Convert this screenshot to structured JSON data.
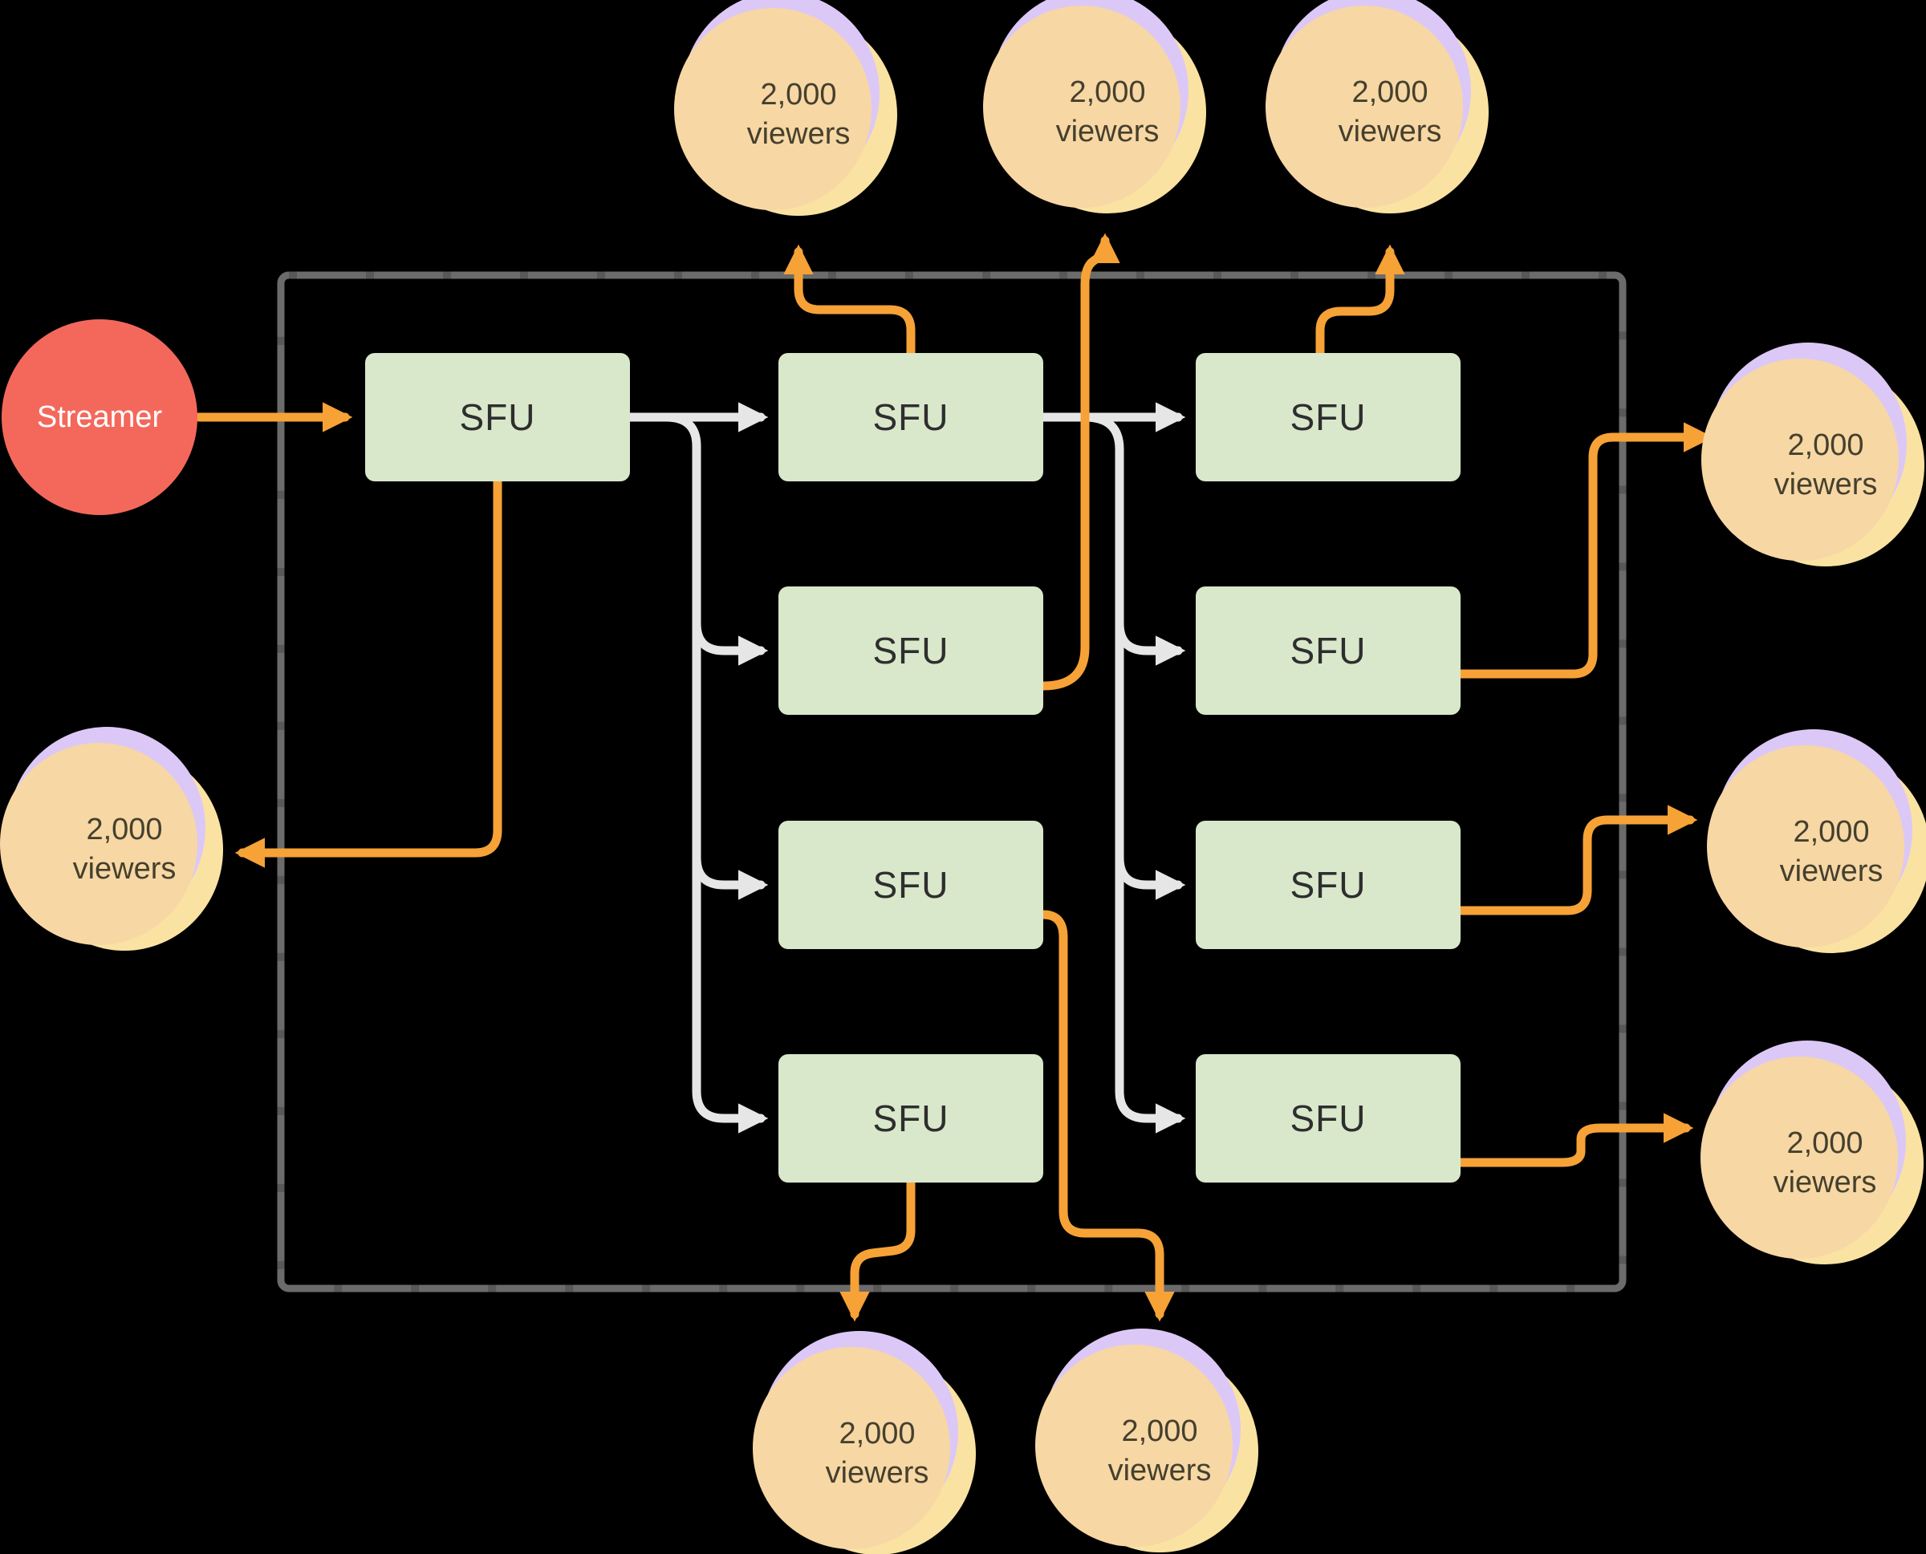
{
  "background": "#000000",
  "colors": {
    "streamer_fill": "#f4685c",
    "streamer_text": "#ffffff",
    "sfu_fill": "#d9e7cb",
    "sfu_text": "#2e2e2e",
    "viewer_yellow": "#fae3a2",
    "viewer_orange": "#f7d7a4",
    "viewer_purple": "#dcc8f6",
    "viewer_text": "#45402e",
    "orange_line": "#f6a237",
    "white_line": "#e6e6e6",
    "cluster_border": "#6b6b6b"
  },
  "streamer": {
    "label": "Streamer"
  },
  "sfus": [
    {
      "id": "sfu-tier1",
      "label": "SFU"
    },
    {
      "id": "sfu-tier2-row1",
      "label": "SFU"
    },
    {
      "id": "sfu-tier2-row2",
      "label": "SFU"
    },
    {
      "id": "sfu-tier2-row3",
      "label": "SFU"
    },
    {
      "id": "sfu-tier2-row4",
      "label": "SFU"
    },
    {
      "id": "sfu-tier3-row1",
      "label": "SFU"
    },
    {
      "id": "sfu-tier3-row2",
      "label": "SFU"
    },
    {
      "id": "sfu-tier3-row3",
      "label": "SFU"
    },
    {
      "id": "sfu-tier3-row4",
      "label": "SFU"
    }
  ],
  "viewers": [
    {
      "id": "viewers-top-1",
      "line1": "2,000",
      "line2": "viewers"
    },
    {
      "id": "viewers-top-2",
      "line1": "2,000",
      "line2": "viewers"
    },
    {
      "id": "viewers-top-3",
      "line1": "2,000",
      "line2": "viewers"
    },
    {
      "id": "viewers-right-1",
      "line1": "2,000",
      "line2": "viewers"
    },
    {
      "id": "viewers-right-2",
      "line1": "2,000",
      "line2": "viewers"
    },
    {
      "id": "viewers-right-3",
      "line1": "2,000",
      "line2": "viewers"
    },
    {
      "id": "viewers-left-1",
      "line1": "2,000",
      "line2": "viewers"
    },
    {
      "id": "viewers-bottom-1",
      "line1": "2,000",
      "line2": "viewers"
    },
    {
      "id": "viewers-bottom-2",
      "line1": "2,000",
      "line2": "viewers"
    }
  ],
  "edges": [
    {
      "from": "streamer",
      "to": "sfu-tier1",
      "style": "orange"
    },
    {
      "from": "sfu-tier1",
      "to": "viewers-left-1",
      "style": "orange"
    },
    {
      "from": "sfu-tier1",
      "to": "sfu-tier2-row1",
      "style": "white"
    },
    {
      "from": "sfu-tier1",
      "to": "sfu-tier2-row2",
      "style": "white"
    },
    {
      "from": "sfu-tier1",
      "to": "sfu-tier2-row3",
      "style": "white"
    },
    {
      "from": "sfu-tier1",
      "to": "sfu-tier2-row4",
      "style": "white"
    },
    {
      "from": "sfu-tier2-row1",
      "to": "viewers-top-1",
      "style": "orange"
    },
    {
      "from": "sfu-tier2-row1",
      "to": "sfu-tier3-row1",
      "style": "white"
    },
    {
      "from": "sfu-tier2-row1",
      "to": "sfu-tier3-row2",
      "style": "white"
    },
    {
      "from": "sfu-tier2-row1",
      "to": "sfu-tier3-row3",
      "style": "white"
    },
    {
      "from": "sfu-tier2-row1",
      "to": "sfu-tier3-row4",
      "style": "white"
    },
    {
      "from": "sfu-tier2-row2",
      "to": "viewers-top-2",
      "style": "orange"
    },
    {
      "from": "sfu-tier2-row3",
      "to": "viewers-bottom-2",
      "style": "orange"
    },
    {
      "from": "sfu-tier2-row4",
      "to": "viewers-bottom-1",
      "style": "orange"
    },
    {
      "from": "sfu-tier3-row1",
      "to": "viewers-top-3",
      "style": "orange"
    },
    {
      "from": "sfu-tier3-row2",
      "to": "viewers-right-1",
      "style": "orange"
    },
    {
      "from": "sfu-tier3-row3",
      "to": "viewers-right-2",
      "style": "orange"
    },
    {
      "from": "sfu-tier3-row4",
      "to": "viewers-right-3",
      "style": "orange"
    }
  ]
}
